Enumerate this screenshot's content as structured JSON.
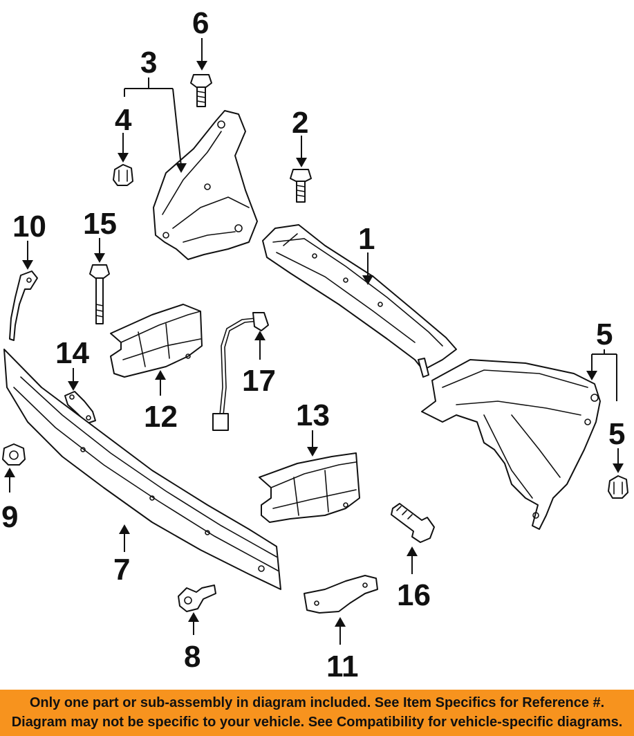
{
  "callouts": [
    "1",
    "2",
    "3",
    "4",
    "5",
    "5",
    "6",
    "7",
    "8",
    "9",
    "10",
    "11",
    "12",
    "13",
    "14",
    "15",
    "16",
    "17"
  ],
  "banner": {
    "line1": "Only one part or sub-assembly in diagram included. See Item Specifics for Reference #.",
    "line2": "Diagram may not be specific to your vehicle. See Compatibility for vehicle-specific diagrams."
  },
  "colors": {
    "banner_bg": "#f7931e",
    "line": "#111111",
    "background": "#ffffff"
  }
}
